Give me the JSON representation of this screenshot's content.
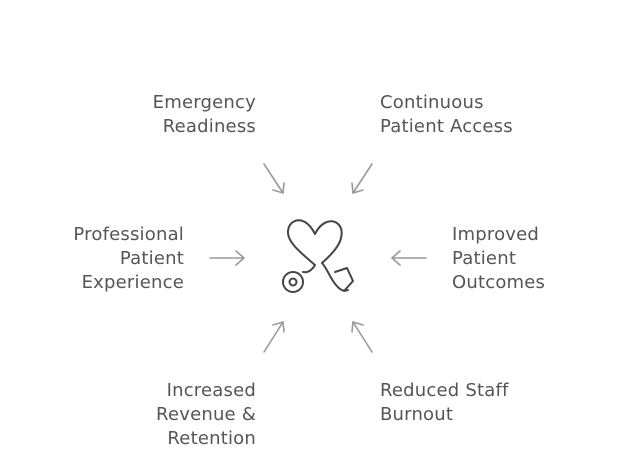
{
  "center": {
    "icon": "heart-stethoscope-icon"
  },
  "benefits": [
    {
      "id": "emergency",
      "lines": [
        "Emergency",
        "Readiness"
      ]
    },
    {
      "id": "continuous",
      "lines": [
        "Continuous",
        "Patient Access"
      ]
    },
    {
      "id": "professional",
      "lines": [
        "Professional",
        "Patient",
        "Experience"
      ]
    },
    {
      "id": "improved",
      "lines": [
        "Improved",
        "Patient",
        "Outcomes"
      ]
    },
    {
      "id": "increased",
      "lines": [
        "Increased",
        "Revenue &",
        "Retention"
      ]
    },
    {
      "id": "reduced",
      "lines": [
        "Reduced Staff",
        "Burnout"
      ]
    }
  ],
  "colors": {
    "text": "#555555",
    "arrow": "#9a9a9a",
    "icon": "#444444"
  }
}
